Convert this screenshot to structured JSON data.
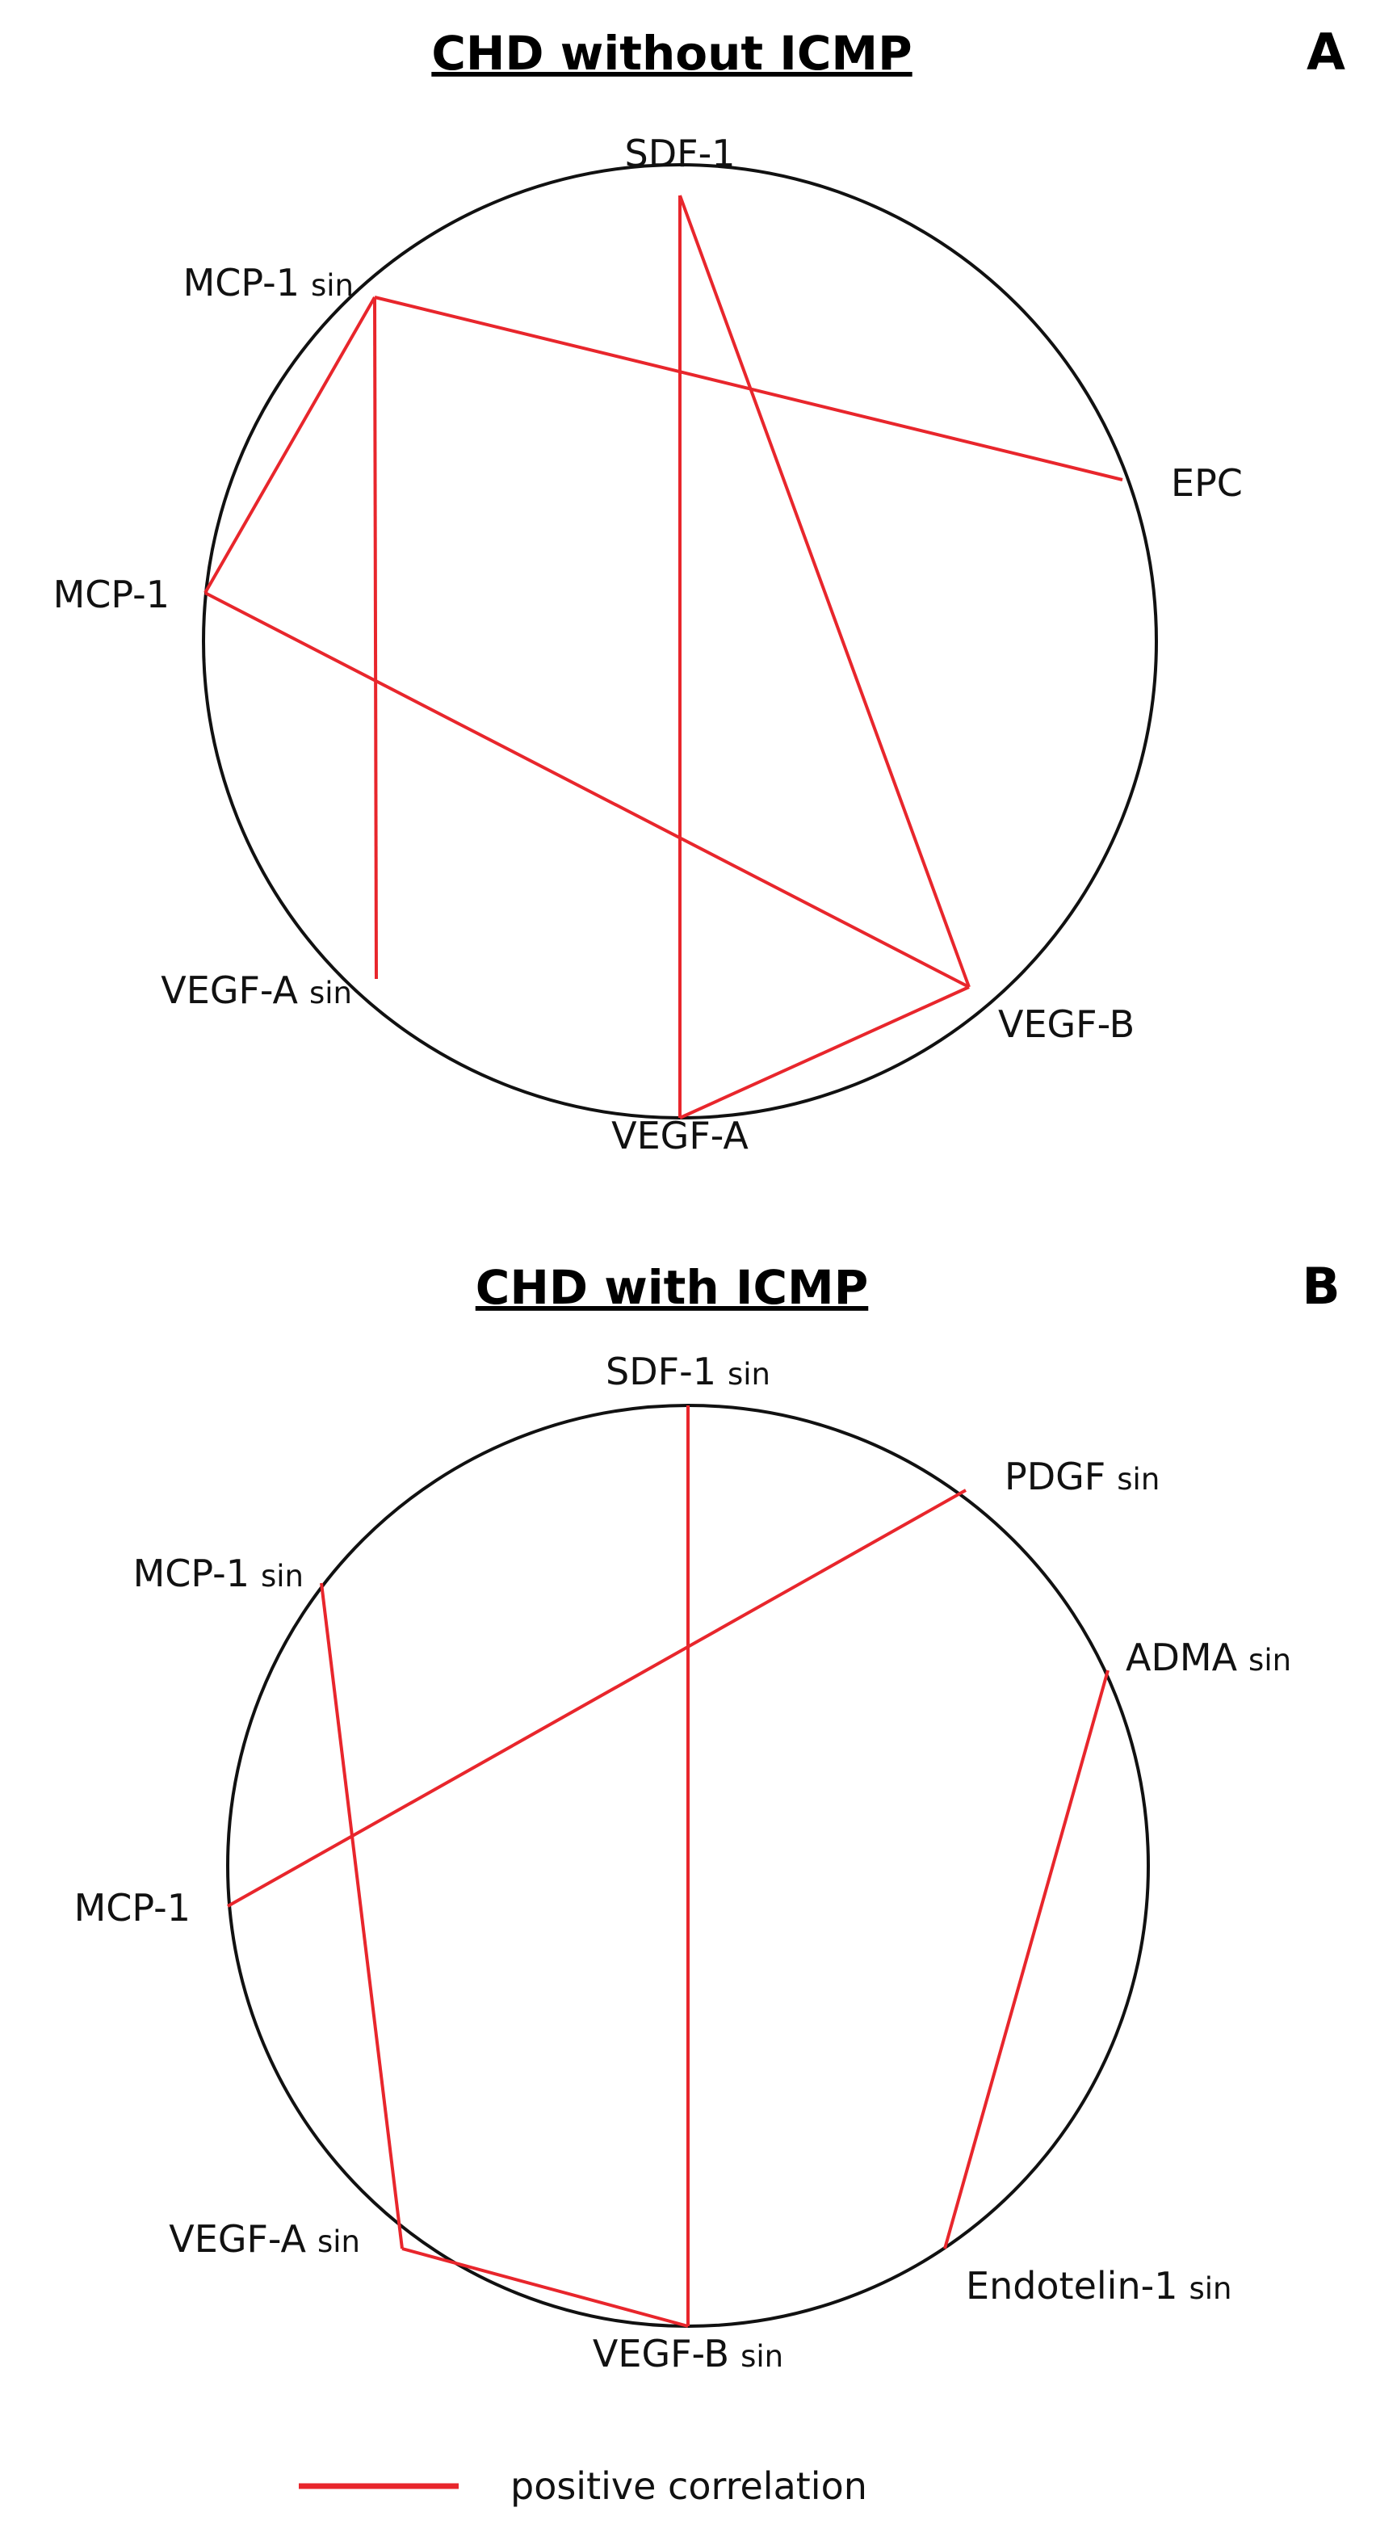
{
  "colors": {
    "edge": "#e8262c",
    "ring": "#111111",
    "text": "#111111",
    "background": "#ffffff"
  },
  "panels": [
    {
      "id": "A",
      "title": "CHD without ICMP",
      "letter": "A",
      "nodes": [
        {
          "id": "sdf1",
          "label": "SDF-1",
          "suffix": ""
        },
        {
          "id": "mcp1sin",
          "label": "MCP-1",
          "suffix": "sin"
        },
        {
          "id": "epc",
          "label": "EPC",
          "suffix": ""
        },
        {
          "id": "mcp1",
          "label": "MCP-1",
          "suffix": ""
        },
        {
          "id": "vegfasin",
          "label": "VEGF-A",
          "suffix": "sin"
        },
        {
          "id": "vegfb",
          "label": "VEGF-B",
          "suffix": ""
        },
        {
          "id": "vegfa",
          "label": "VEGF-A",
          "suffix": ""
        }
      ],
      "edges": [
        {
          "from": "mcp1sin",
          "to": "epc",
          "type": "positive correlation"
        },
        {
          "from": "mcp1sin",
          "to": "mcp1",
          "type": "positive correlation"
        },
        {
          "from": "mcp1sin",
          "to": "vegfasin",
          "type": "positive correlation"
        },
        {
          "from": "sdf1",
          "to": "vegfa",
          "type": "positive correlation"
        },
        {
          "from": "sdf1",
          "to": "vegfb",
          "type": "positive correlation"
        },
        {
          "from": "mcp1",
          "to": "vegfb",
          "type": "positive correlation"
        },
        {
          "from": "vegfa",
          "to": "vegfb",
          "type": "positive correlation"
        }
      ]
    },
    {
      "id": "B",
      "title": "CHD with ICMP",
      "letter": "B",
      "nodes": [
        {
          "id": "sdf1sin",
          "label": "SDF-1",
          "suffix": "sin"
        },
        {
          "id": "pdgfsin",
          "label": "PDGF",
          "suffix": "sin"
        },
        {
          "id": "mcp1sin",
          "label": "MCP-1",
          "suffix": "sin"
        },
        {
          "id": "admasin",
          "label": "ADMA",
          "suffix": "sin"
        },
        {
          "id": "mcp1",
          "label": "MCP-1",
          "suffix": ""
        },
        {
          "id": "vegfasin",
          "label": "VEGF-A",
          "suffix": "sin"
        },
        {
          "id": "endotelin1sin",
          "label": "Endotelin-1",
          "suffix": "sin"
        },
        {
          "id": "vegfbsin",
          "label": "VEGF-B",
          "suffix": "sin"
        }
      ],
      "edges": [
        {
          "from": "sdf1sin",
          "to": "vegfbsin",
          "type": "positive correlation"
        },
        {
          "from": "pdgfsin",
          "to": "mcp1",
          "type": "positive correlation"
        },
        {
          "from": "mcp1sin",
          "to": "vegfasin",
          "type": "positive correlation"
        },
        {
          "from": "vegfasin",
          "to": "vegfbsin",
          "type": "positive correlation"
        },
        {
          "from": "admasin",
          "to": "endotelin1sin",
          "type": "positive correlation"
        }
      ]
    }
  ],
  "legend": {
    "label": "positive correlation"
  }
}
